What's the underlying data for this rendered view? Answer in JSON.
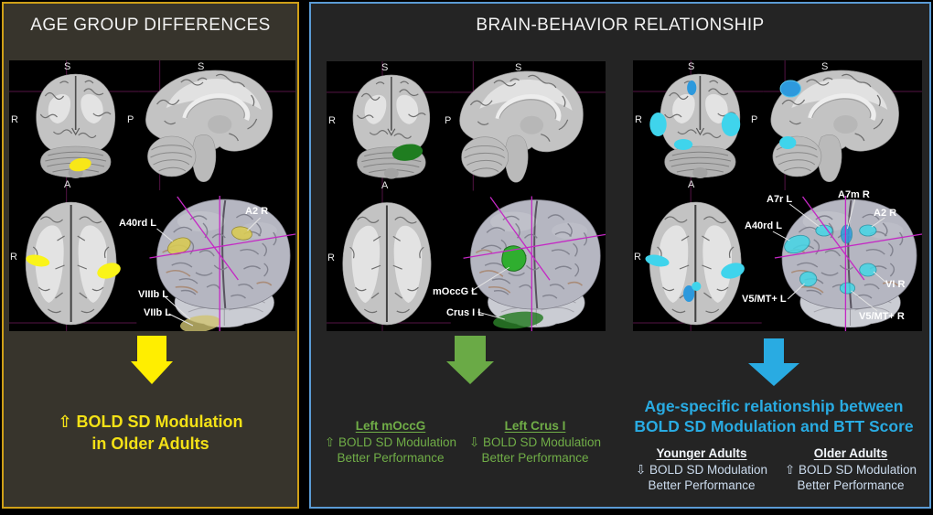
{
  "left_panel": {
    "title": "AGE GROUP DIFFERENCES",
    "region_labels": {
      "a40rd_l": "A40rd L",
      "a2_r": "A2 R",
      "viiib_l": "VIIIb L",
      "viib_l": "VIIb L"
    },
    "conclusion": {
      "line1": "⇧ BOLD SD Modulation",
      "line2": "in Older Adults"
    },
    "colors": {
      "border": "#cfa018",
      "background": "#37342c",
      "highlight": "#f8e718",
      "arrow": "#ffee00",
      "text": "#f3e116"
    }
  },
  "right_panel": {
    "title": "BRAIN-BEHAVIOR RELATIONSHIP",
    "colors": {
      "border": "#5b9bd5",
      "background": "#242424"
    },
    "green_montage": {
      "region_labels": {
        "moccg_l": "mOccG L",
        "crus_i_l": "Crus I L"
      },
      "colors": {
        "highlight": "#2fae2f",
        "arrow": "#6aaa46",
        "text": "#70ad47"
      }
    },
    "green_findings": {
      "col1": {
        "header": "Left mOccG",
        "line1": "⇧ BOLD SD Modulation",
        "line2": "Better Performance"
      },
      "col2": {
        "header": "Left Crus I",
        "line1": "⇩ BOLD SD Modulation",
        "line2": "Better Performance"
      }
    },
    "blue_montage": {
      "region_labels": {
        "a7r_l": "A7r L",
        "a7m_r": "A7m R",
        "a2_r": "A2 R",
        "a40rd_l": "A40rd L",
        "vi_r": "VI R",
        "v5mt_l": "V5/MT+ L",
        "v5mt_r": "V5/MT+ R"
      },
      "colors": {
        "highlight": "#3fd4ec",
        "highlight_dark": "#2d99dd",
        "arrow": "#29abe2"
      }
    },
    "blue_findings": {
      "title_line1": "Age-specific relationship between",
      "title_line2": "BOLD SD Modulation and BTT Score",
      "col1": {
        "header": "Younger Adults",
        "line1": "⇩ BOLD SD Modulation",
        "line2": "Better Performance"
      },
      "col2": {
        "header": "Older Adults",
        "line1": "⇧ BOLD SD Modulation",
        "line2": "Better Performance"
      }
    }
  },
  "orientation": {
    "superior": "S",
    "right": "R",
    "anterior": "A",
    "posterior": "P"
  }
}
